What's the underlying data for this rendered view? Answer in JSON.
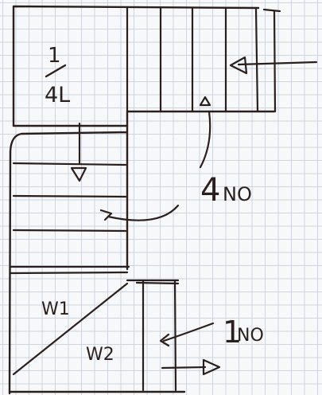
{
  "labels": {
    "fraction_top": "1",
    "fraction_bottom": "4L",
    "count_main": "4",
    "count_main_unit": "NO",
    "winder_one": "W1",
    "winder_two": "W2",
    "count_small": "1",
    "count_small_unit": "NO"
  },
  "colors": {
    "ink": "#2a1f1c",
    "paper": "#f7f8fa",
    "grid": "#cdd3e0"
  }
}
